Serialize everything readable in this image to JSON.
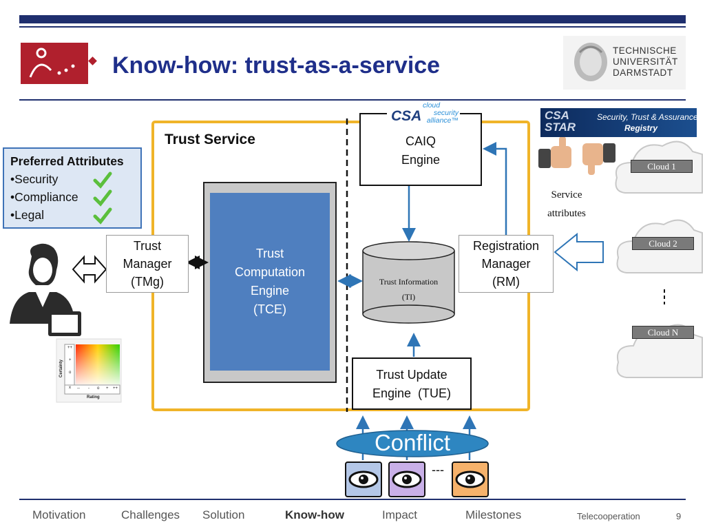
{
  "header": {
    "title": "Know-how: trust-as-a-service",
    "university": [
      "TECHNISCHE",
      "UNIVERSITÄT",
      "DARMSTADT"
    ]
  },
  "attributes": {
    "title": "Preferred Attributes",
    "items": [
      "Security",
      "Compliance",
      "Legal"
    ]
  },
  "diagram": {
    "trust_service_label": "Trust Service",
    "trust_manager": [
      "Trust",
      "Manager",
      "(TMg)"
    ],
    "tce": [
      "Trust",
      "Computation",
      "Engine",
      "(TCE)"
    ],
    "caiq": [
      "CAIQ",
      "Engine"
    ],
    "ti": [
      "Trust Information",
      "(TI)"
    ],
    "rm": [
      "Registration",
      "Manager",
      "(RM)"
    ],
    "tue": [
      "Trust Update",
      "Engine  (TUE)"
    ],
    "conflict": "Conflict",
    "dashes": "---",
    "service_attributes": [
      "Service",
      "attributes"
    ],
    "csa_logo": {
      "abbr": "CSA",
      "words": [
        "cloud",
        "security",
        "alliance™"
      ]
    },
    "csa_star": {
      "abbr": "CSA STAR",
      "line1": "Security, Trust & Assurance",
      "line2": "Registry"
    },
    "clouds": [
      "Cloud 1",
      "Cloud 2",
      "Cloud N"
    ],
    "rating_widget": {
      "y_label": "Certainty",
      "x_label": "Rating",
      "buttons_left": [
        "++",
        "+",
        "o",
        "x"
      ],
      "buttons_bottom": [
        "--",
        "-",
        "o",
        "+",
        "++"
      ]
    }
  },
  "footer": {
    "items": [
      "Motivation",
      "Challenges",
      "Solution",
      "Know-how",
      "Impact",
      "Milestones"
    ],
    "active": "Know-how",
    "org": "Telecooperation",
    "page": "9"
  },
  "colors": {
    "navy": "#1f2f6e",
    "title_blue": "#1f2f8a",
    "accent_red": "#b0202d",
    "tce_blue": "#4f7fbf",
    "frame_orange": "#f0b429",
    "arrow_blue": "#2e75b6"
  }
}
